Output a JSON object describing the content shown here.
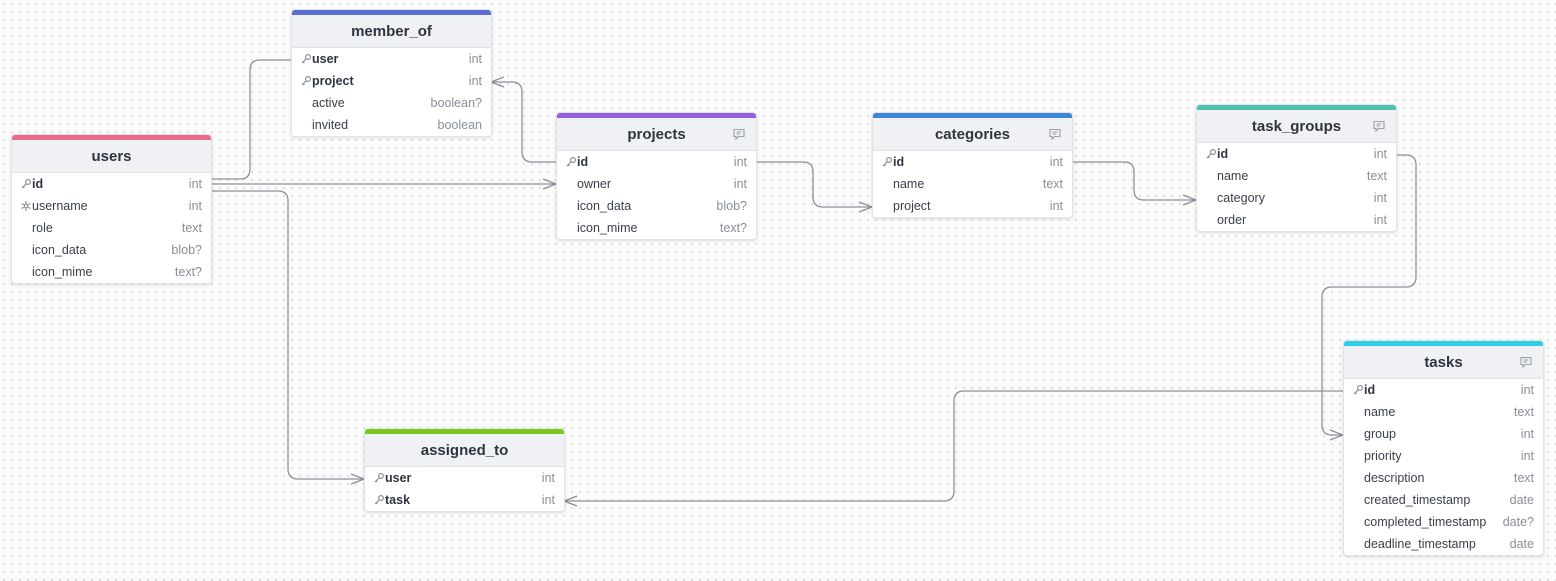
{
  "tables": [
    {
      "id": "users",
      "title": "users",
      "accent": "#ec6b8d",
      "note": false,
      "fields": [
        {
          "name": "id",
          "type": "int",
          "key": "pk"
        },
        {
          "name": "username",
          "type": "int",
          "key": "unique"
        },
        {
          "name": "role",
          "type": "text",
          "key": ""
        },
        {
          "name": "icon_data",
          "type": "blob?",
          "key": ""
        },
        {
          "name": "icon_mime",
          "type": "text?",
          "key": ""
        }
      ]
    },
    {
      "id": "member_of",
      "title": "member_of",
      "accent": "#5b6fd1",
      "note": false,
      "fields": [
        {
          "name": "user",
          "type": "int",
          "key": "pk"
        },
        {
          "name": "project",
          "type": "int",
          "key": "pk"
        },
        {
          "name": "active",
          "type": "boolean?",
          "key": ""
        },
        {
          "name": "invited",
          "type": "boolean",
          "key": ""
        }
      ]
    },
    {
      "id": "projects",
      "title": "projects",
      "accent": "#9460db",
      "note": true,
      "fields": [
        {
          "name": "id",
          "type": "int",
          "key": "pk"
        },
        {
          "name": "owner",
          "type": "int",
          "key": ""
        },
        {
          "name": "icon_data",
          "type": "blob?",
          "key": ""
        },
        {
          "name": "icon_mime",
          "type": "text?",
          "key": ""
        }
      ]
    },
    {
      "id": "categories",
      "title": "categories",
      "accent": "#3b86d6",
      "note": true,
      "fields": [
        {
          "name": "id",
          "type": "int",
          "key": "pk"
        },
        {
          "name": "name",
          "type": "text",
          "key": ""
        },
        {
          "name": "project",
          "type": "int",
          "key": ""
        }
      ]
    },
    {
      "id": "task_groups",
      "title": "task_groups",
      "accent": "#4cbfad",
      "note": true,
      "fields": [
        {
          "name": "id",
          "type": "int",
          "key": "pk"
        },
        {
          "name": "name",
          "type": "text",
          "key": ""
        },
        {
          "name": "category",
          "type": "int",
          "key": ""
        },
        {
          "name": "order",
          "type": "int",
          "key": ""
        }
      ]
    },
    {
      "id": "assigned_to",
      "title": "assigned_to",
      "accent": "#7cc720",
      "note": false,
      "fields": [
        {
          "name": "user",
          "type": "int",
          "key": "pk"
        },
        {
          "name": "task",
          "type": "int",
          "key": "pk"
        }
      ]
    },
    {
      "id": "tasks",
      "title": "tasks",
      "accent": "#2fcde6",
      "note": true,
      "fields": [
        {
          "name": "id",
          "type": "int",
          "key": "pk"
        },
        {
          "name": "name",
          "type": "text",
          "key": ""
        },
        {
          "name": "group",
          "type": "int",
          "key": ""
        },
        {
          "name": "priority",
          "type": "int",
          "key": ""
        },
        {
          "name": "description",
          "type": "text",
          "key": ""
        },
        {
          "name": "created_timestamp",
          "type": "date",
          "key": ""
        },
        {
          "name": "completed_timestamp",
          "type": "date?",
          "key": ""
        },
        {
          "name": "deadline_timestamp",
          "type": "date",
          "key": ""
        }
      ]
    }
  ],
  "colors": {
    "edge": "#8d9097",
    "header_bg": "#eff1f4",
    "type_text": "#8a8f98"
  }
}
